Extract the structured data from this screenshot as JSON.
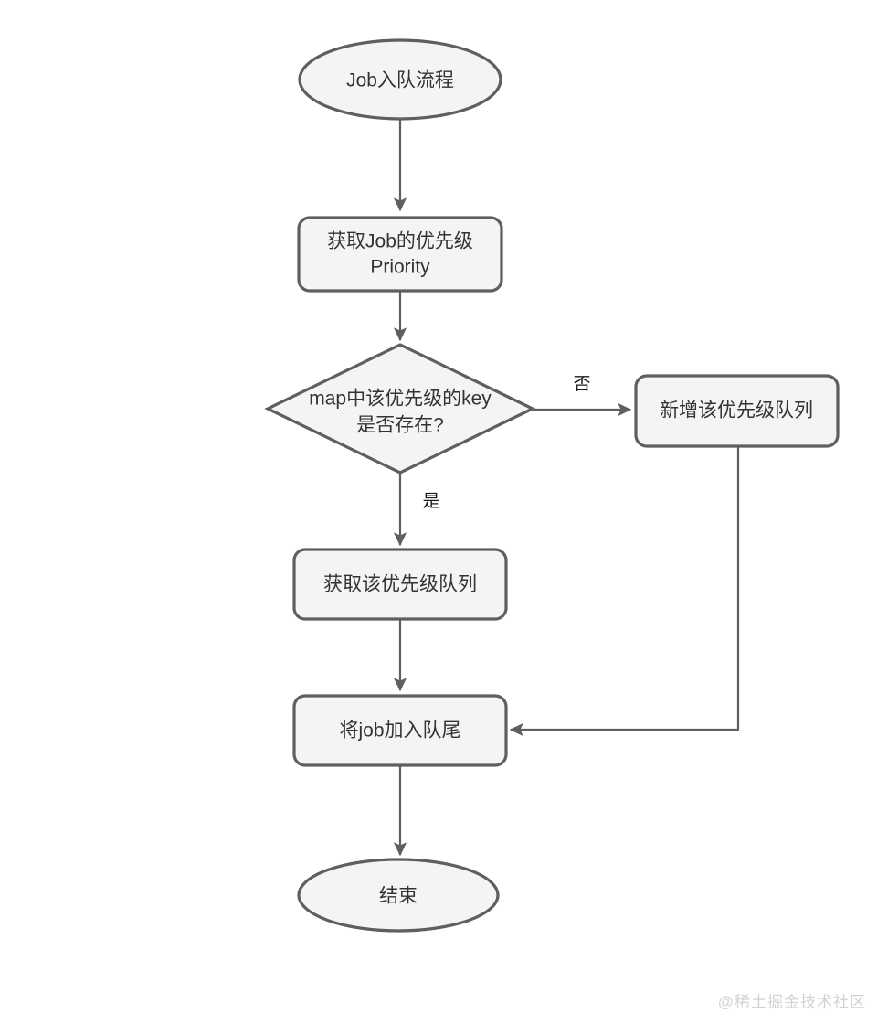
{
  "diagram": {
    "title": "Job入队流程",
    "type": "flowchart",
    "orientation": "top-to-bottom",
    "background_color": "#ffffff",
    "node_fill_color": "#f4f4f4",
    "node_stroke_color": "#5f5f5f",
    "text_color": "#333333",
    "connector_color": "#5f5f5f"
  },
  "nodes": {
    "start": {
      "id": "start",
      "shape": "ellipse",
      "label": "Job入队流程"
    },
    "get_priority": {
      "id": "get_priority",
      "shape": "rounded-rectangle",
      "label_line1": "获取Job的优先级",
      "label_line2": "Priority"
    },
    "decision_key_exists": {
      "id": "decision_key_exists",
      "shape": "diamond",
      "label_line1": "map中该优先级的key",
      "label_line2": "是否存在?"
    },
    "create_queue": {
      "id": "create_queue",
      "shape": "rounded-rectangle",
      "label": "新增该优先级队列"
    },
    "get_queue": {
      "id": "get_queue",
      "shape": "rounded-rectangle",
      "label": "获取该优先级队列"
    },
    "enqueue_job": {
      "id": "enqueue_job",
      "shape": "rounded-rectangle",
      "label": "将job加入队尾"
    },
    "end": {
      "id": "end",
      "shape": "ellipse",
      "label": "结束"
    }
  },
  "edges": [
    {
      "from": "start",
      "to": "get_priority",
      "label": ""
    },
    {
      "from": "get_priority",
      "to": "decision_key_exists",
      "label": ""
    },
    {
      "from": "decision_key_exists",
      "to": "create_queue",
      "label": "否"
    },
    {
      "from": "decision_key_exists",
      "to": "get_queue",
      "label": "是"
    },
    {
      "from": "get_queue",
      "to": "enqueue_job",
      "label": ""
    },
    {
      "from": "create_queue",
      "to": "enqueue_job",
      "label": ""
    },
    {
      "from": "enqueue_job",
      "to": "end",
      "label": ""
    }
  ],
  "edge_labels": {
    "no_branch": "否",
    "yes_branch": "是"
  },
  "watermark": {
    "text": "@稀土掘金技术社区"
  }
}
